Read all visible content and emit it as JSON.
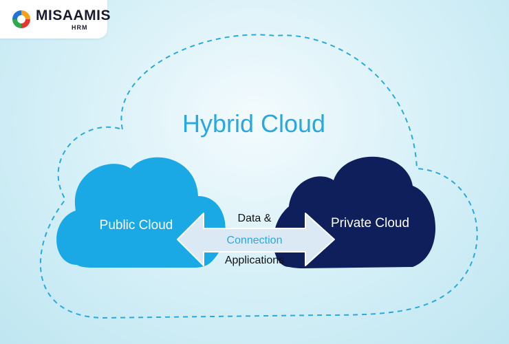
{
  "brand": {
    "name": "MISAAMIS",
    "sub": "HRM",
    "logo_icon": "misa-amis-logo-icon"
  },
  "diagram": {
    "title": "Hybrid Cloud",
    "public_cloud": {
      "label": "Public Cloud",
      "color": "#1ba9e6"
    },
    "private_cloud": {
      "label": "Private Cloud",
      "color": "#0f1f5c"
    },
    "connection": {
      "line1": "Data &",
      "line2": "Connection",
      "line3": "Applications",
      "arrow_icon": "double-arrow-icon",
      "arrow_color": "#dbe9f4"
    },
    "outline_color": "#29a8e0"
  }
}
